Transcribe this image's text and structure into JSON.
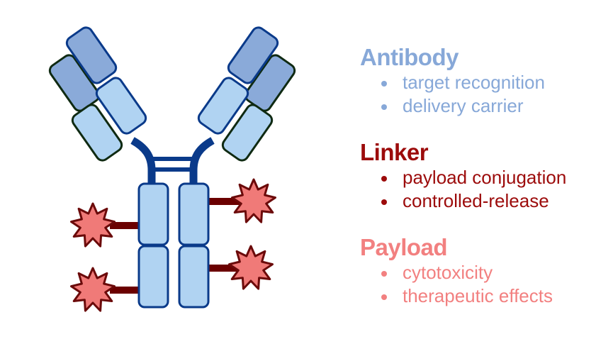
{
  "colors": {
    "heavy_variable_fill": "#8aaad9",
    "light_fill": "#b0d3f2",
    "heavy_stroke": "#0a3a8a",
    "light_stroke": "#0f2a12",
    "hinge": "#0a3a8a",
    "linker": "#6b0000",
    "payload_fill": "#f07a78",
    "payload_stroke": "#6b0a0a",
    "antibody_text": "#87a8d8",
    "linker_text": "#9c0b0b",
    "payload_text": "#f28080"
  },
  "sections": [
    {
      "id": "antibody",
      "title": "Antibody",
      "color": "#87a8d8",
      "items": [
        "target recognition",
        "delivery carrier"
      ]
    },
    {
      "id": "linker",
      "title": "Linker",
      "color": "#9c0b0b",
      "items": [
        "payload conjugation",
        "controlled-release"
      ]
    },
    {
      "id": "payload",
      "title": "Payload",
      "color": "#f28080",
      "items": [
        "cytotoxicity",
        "therapeutic effects"
      ]
    }
  ],
  "diagram": {
    "structure": "antibody-drug conjugate",
    "payload_count": 4,
    "linker_count": 4
  }
}
